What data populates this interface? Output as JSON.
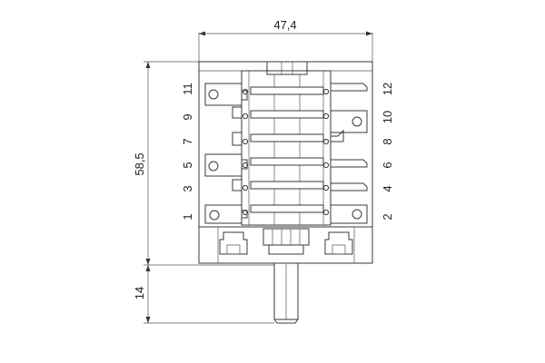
{
  "dimensions": {
    "width_label": "47,4",
    "height_label": "58,5",
    "shaft_label": "14"
  },
  "pins": {
    "left": [
      "11",
      "9",
      "7",
      "5",
      "3",
      "1"
    ],
    "right": [
      "12",
      "10",
      "8",
      "6",
      "4",
      "2"
    ]
  },
  "colors": {
    "line": "#3a3a3a",
    "text": "#222222",
    "background": "#ffffff"
  }
}
